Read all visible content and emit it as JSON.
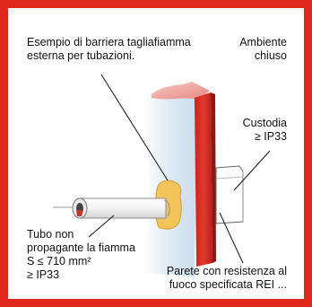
{
  "labels": {
    "barrier": [
      "Esempio di barriera tagliafiamma",
      "esterna per tubazioni."
    ],
    "environment": [
      "Ambiente",
      "chiuso"
    ],
    "enclosure": [
      "Custodia",
      "≥ IP33"
    ],
    "tube": [
      "Tubo non",
      "propagante la fiamma",
      "S ≤ 710 mm²",
      "≥ IP33"
    ],
    "wall": [
      "Parete con resistenza al",
      "fuoco specificata REI ..."
    ]
  },
  "colors": {
    "frame": "#e0281f",
    "wall": "#e03a2e",
    "barrier": "#f2c45a",
    "tube": "#ececec",
    "light_blue_wall": "#dbe9f3"
  }
}
